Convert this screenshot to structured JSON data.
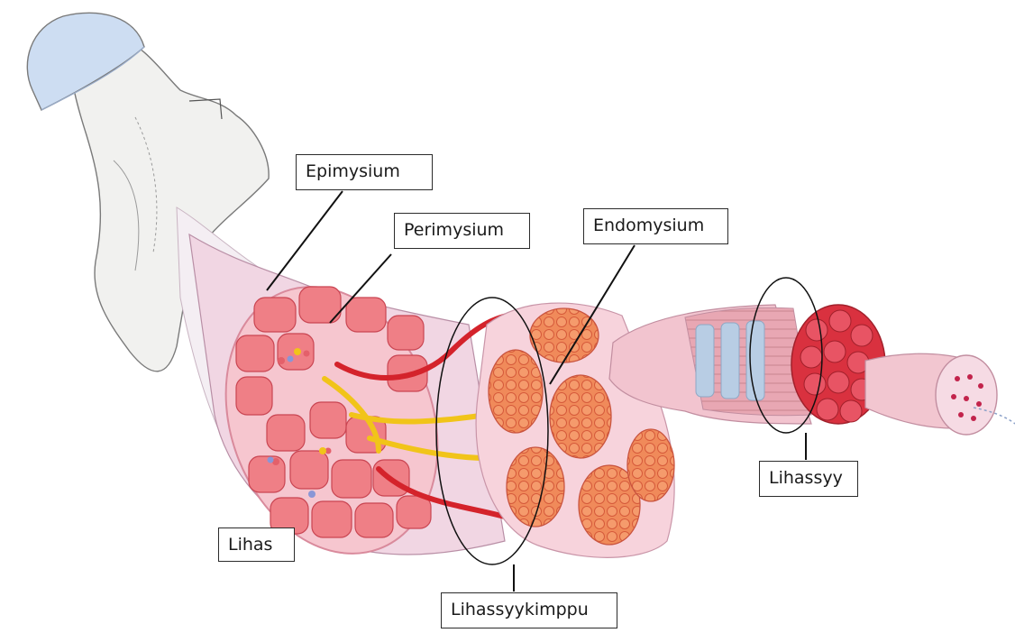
{
  "labels": {
    "epimysium": "Epimysium",
    "perimysium": "Perimysium",
    "endomysium": "Endomysium",
    "lihassyy": "Lihassyy",
    "lihas": "Lihas",
    "lihassyykimppu": "Lihassyykimppu"
  },
  "colors": {
    "bone": "#f1f1ef",
    "bone_outline": "#7a7a7a",
    "cartilage": "#cdddf2",
    "sheath": "#f1d6e3",
    "fascicle": "#ef7f86",
    "fascicle_dark": "#d2464f",
    "fiber": "#ee7a55",
    "artery": "#d4232b",
    "nerve": "#f1c419",
    "leader_line": "#111111"
  }
}
